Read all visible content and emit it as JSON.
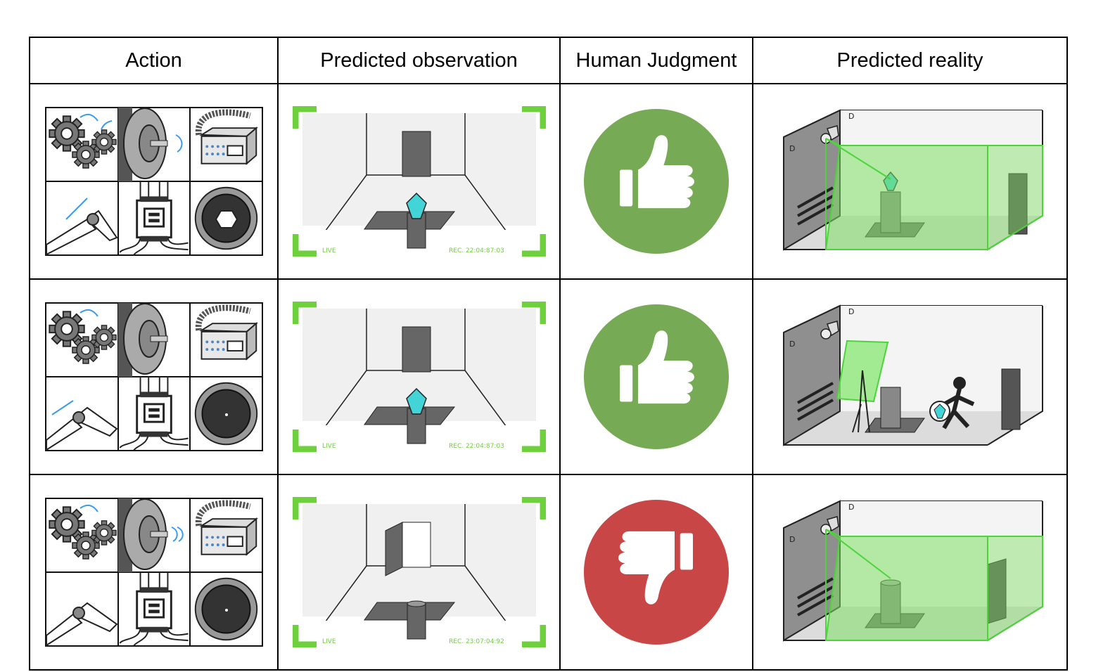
{
  "headers": [
    "Action",
    "Predicted observation",
    "Human Judgment",
    "Predicted reality"
  ],
  "rows": [
    {
      "action": {
        "arrows": "clockwise",
        "lens": "open"
      },
      "observation": {
        "live_label": "LIVE",
        "rec_label": "REC. 22:04:87:03",
        "diamond_visible": true,
        "door_open": false
      },
      "judgment": {
        "type": "thumbs-up",
        "color": "#77aa55"
      },
      "reality": {
        "scene": "diamond-on-pedestal-door-closed"
      }
    },
    {
      "action": {
        "arrows": "mixed",
        "lens": "closed"
      },
      "observation": {
        "live_label": "LIVE",
        "rec_label": "REC. 22:04:87:03",
        "diamond_visible": true,
        "door_open": false
      },
      "judgment": {
        "type": "thumbs-up",
        "color": "#77aa55"
      },
      "reality": {
        "scene": "screen-in-front-of-camera-thief-with-diamond"
      }
    },
    {
      "action": {
        "arrows": "mixed",
        "lens": "closed"
      },
      "observation": {
        "live_label": "LIVE",
        "rec_label": "REC. 23:07:04:92",
        "diamond_visible": false,
        "door_open": true
      },
      "judgment": {
        "type": "thumbs-down",
        "color": "#c94646"
      },
      "reality": {
        "scene": "empty-pedestal-door-open"
      }
    }
  ],
  "colors": {
    "accent_green": "#6ed03c",
    "arrow_blue": "#3d9be9",
    "diamond": "#43d4d8"
  }
}
